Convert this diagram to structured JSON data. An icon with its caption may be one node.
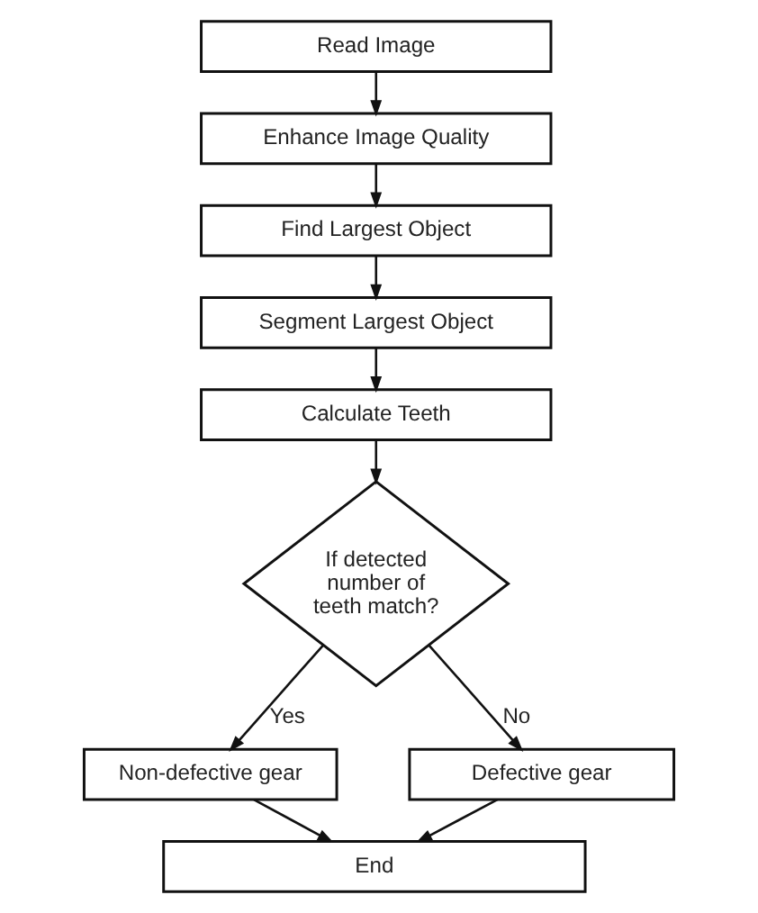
{
  "diagram": {
    "nodes": [
      {
        "text": [
          "Read Image"
        ]
      },
      {
        "text": [
          "Enhance Image Quality"
        ]
      },
      {
        "text": [
          "Find Largest Object"
        ]
      },
      {
        "text": [
          "Segment Largest Object"
        ]
      },
      {
        "text": [
          "Calculate Teeth"
        ]
      },
      {
        "text": [
          "If detected number of teeth match?"
        ]
      },
      {
        "text": [
          "Non-defective gear"
        ]
      },
      {
        "text": [
          "Defective gear"
        ]
      },
      {
        "text": [
          "End"
        ]
      }
    ],
    "edges": [
      {
        "from": 0,
        "to": 1,
        "arrow": "to"
      },
      {
        "from": 1,
        "to": 2,
        "arrow": "to"
      },
      {
        "from": 2,
        "to": 3,
        "arrow": "to"
      },
      {
        "from": 3,
        "to": 4,
        "arrow": "to"
      },
      {
        "from": 4,
        "to": 5,
        "arrow": "to"
      },
      {
        "from": 5,
        "to": 6,
        "arrow": "to",
        "label": "Yes"
      },
      {
        "from": 5,
        "to": 7,
        "arrow": "to",
        "label": "No"
      },
      {
        "from": 6,
        "to": 8,
        "arrow": "to"
      },
      {
        "from": 7,
        "to": 8,
        "arrow": "to"
      }
    ]
  }
}
